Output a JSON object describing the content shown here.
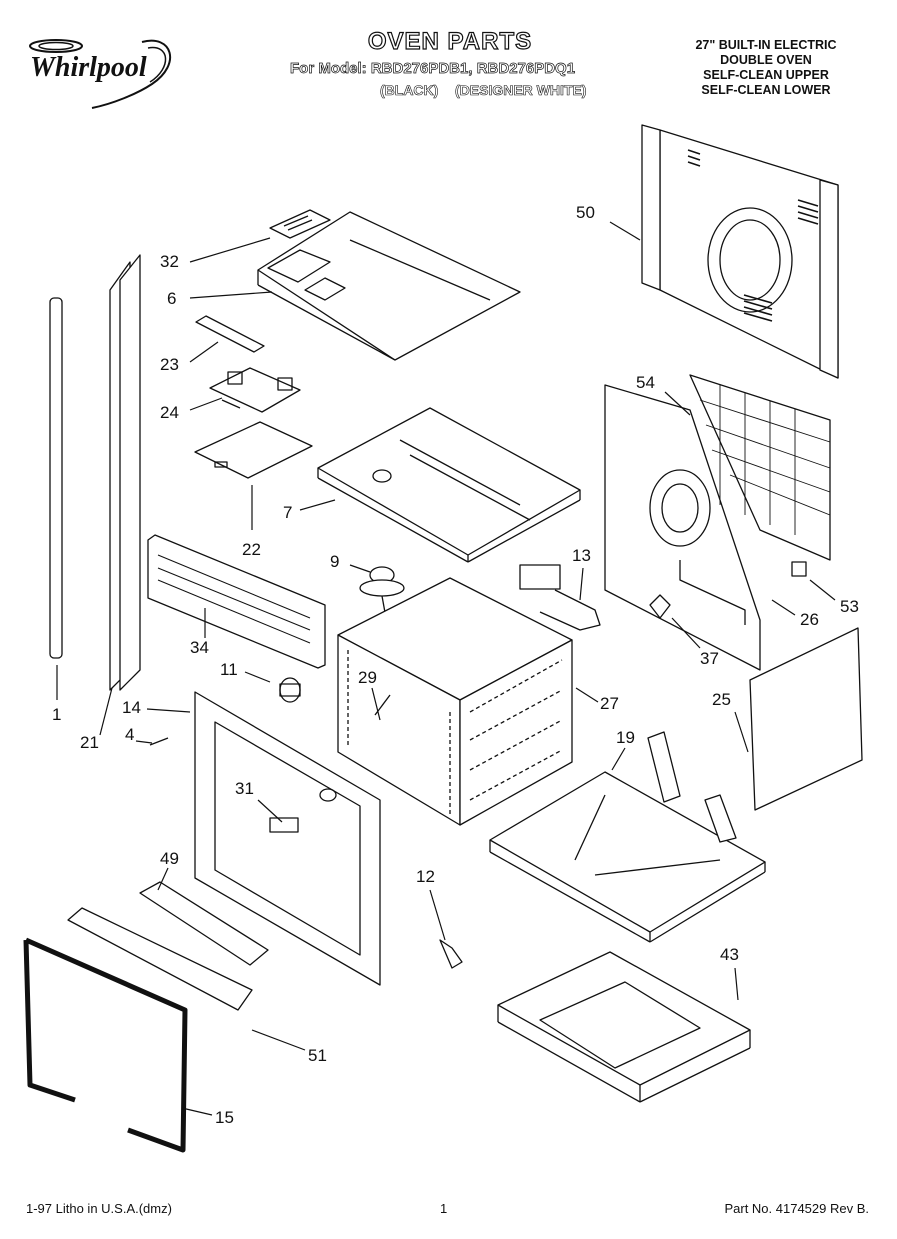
{
  "header": {
    "brand": "Whirlpool",
    "title": "OVEN PARTS",
    "model_line": "For Model: RBD276PDB1, RBD276PDQ1",
    "variant_black": "(BLACK)",
    "variant_white": "(DESIGNER WHITE)",
    "description": [
      "27\" BUILT-IN ELECTRIC",
      "DOUBLE OVEN",
      "SELF-CLEAN UPPER",
      "SELF-CLEAN LOWER"
    ]
  },
  "callouts": [
    "50",
    "32",
    "6",
    "23",
    "24",
    "54",
    "22",
    "7",
    "9",
    "13",
    "34",
    "11",
    "53",
    "26",
    "37",
    "29",
    "27",
    "14",
    "25",
    "4",
    "21",
    "1",
    "19",
    "31",
    "49",
    "12",
    "43",
    "51",
    "15"
  ],
  "footer": {
    "left": "1-97 Litho in U.S.A.(dmz)",
    "page": "1",
    "part_no": "Part No. 4174529 Rev B."
  }
}
